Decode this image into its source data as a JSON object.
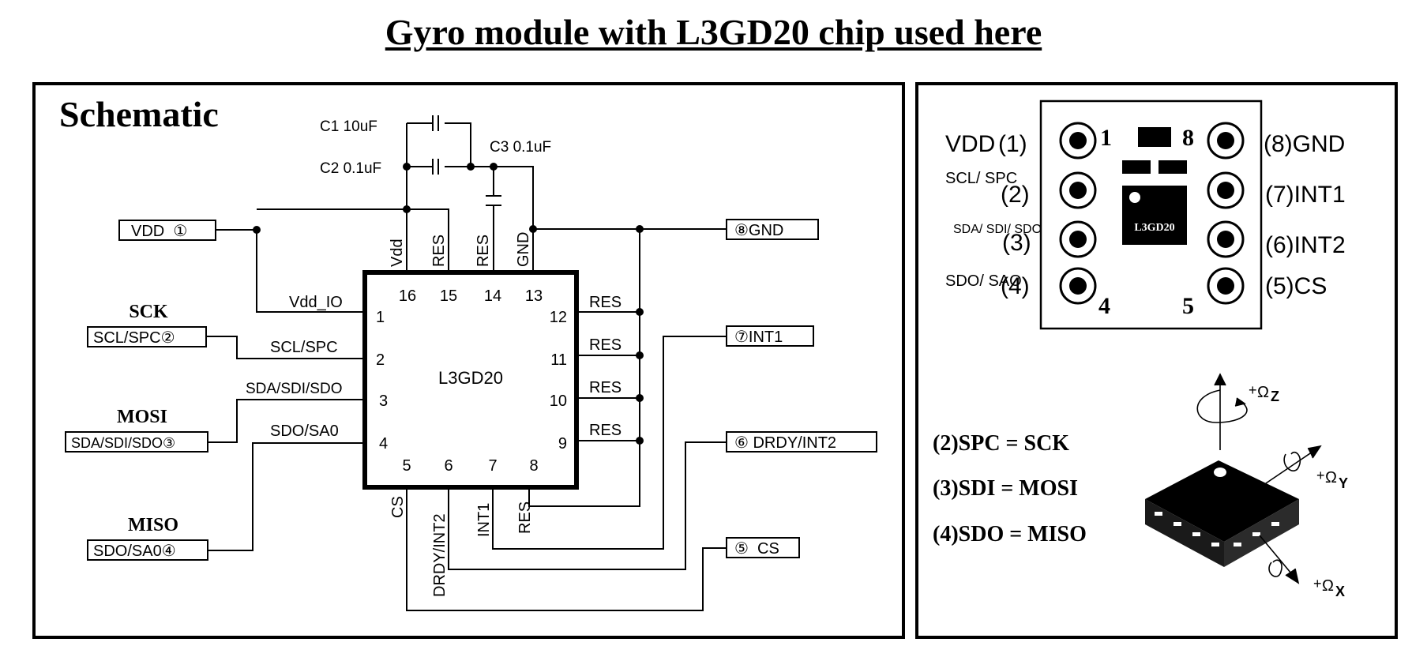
{
  "title": "Gyro module with L3GD20 chip used here",
  "schematic": {
    "heading": "Schematic",
    "capacitors": {
      "c1": "C1  10uF",
      "c2": "C2 0.1uF",
      "c3": "C3 0.1uF"
    },
    "chip_name": "L3GD20",
    "connectors": {
      "vdd": "VDD  ①",
      "gnd": "⑧GND",
      "scl": "SCL/SPC②",
      "sda": "SDA/SDI/SDO③",
      "sdo": "SDO/SA0④",
      "int1": "⑦INT1",
      "int2": "⑥ DRDY/INT2",
      "cs": "⑤  CS"
    },
    "signal_headers": {
      "sck": "SCK",
      "mosi": "MOSI",
      "miso": "MISO"
    },
    "wire_labels": {
      "vdd_io": "Vdd_IO",
      "scl_spc": "SCL/SPC",
      "sda_sdi_sdo": "SDA/SDI/SDO",
      "sdo_sa0": "SDO/SA0",
      "res": "RES"
    },
    "top_pins": [
      {
        "num": "16",
        "label": "Vdd"
      },
      {
        "num": "15",
        "label": "RES"
      },
      {
        "num": "14",
        "label": "RES"
      },
      {
        "num": "13",
        "label": "GND"
      }
    ],
    "left_pins": [
      "1",
      "2",
      "3",
      "4"
    ],
    "right_pins": [
      "12",
      "11",
      "10",
      "9"
    ],
    "bottom_pins": [
      {
        "num": "5",
        "label": "CS"
      },
      {
        "num": "6",
        "label": "DRDY/INT2"
      },
      {
        "num": "7",
        "label": "INT1"
      },
      {
        "num": "8",
        "label": "RES"
      }
    ]
  },
  "module": {
    "left_labels": [
      {
        "name": "VDD",
        "num": "(1)"
      },
      {
        "name": "SCL/ SPC",
        "num": "(2)"
      },
      {
        "name": "SDA/ SDI/ SDO",
        "num": "(3)"
      },
      {
        "name": "SDO/ SAO",
        "num": "(4)"
      }
    ],
    "right_labels": [
      "(8)GND",
      "(7)INT1",
      "(6)INT2",
      "(5)CS"
    ],
    "pin_markers": {
      "pin1": "1",
      "pin8": "8",
      "pin4": "4",
      "pin5": "5"
    },
    "chip_label": "L3GD20",
    "mapping": [
      "(2)SPC = SCK",
      "(3)SDI = MOSI",
      "(4)SDO = MISO"
    ],
    "axes": {
      "x": "X",
      "y": "Y",
      "z": "Z",
      "omega": "Ω",
      "plus": "+"
    }
  }
}
